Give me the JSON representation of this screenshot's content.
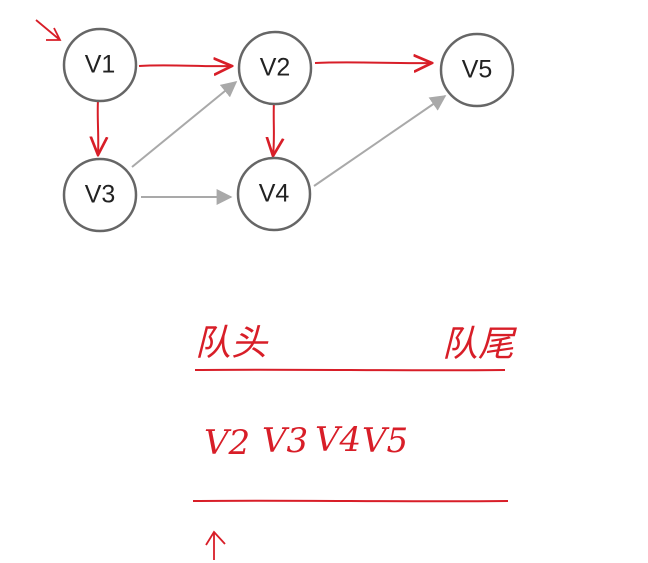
{
  "graph": {
    "nodes": [
      {
        "id": "v1",
        "label": "V1"
      },
      {
        "id": "v2",
        "label": "V2"
      },
      {
        "id": "v3",
        "label": "V3"
      },
      {
        "id": "v4",
        "label": "V4"
      },
      {
        "id": "v5",
        "label": "V5"
      }
    ],
    "edges": [
      {
        "from": "v1",
        "to": "v2",
        "style": "traversed"
      },
      {
        "from": "v1",
        "to": "v3",
        "style": "traversed"
      },
      {
        "from": "v3",
        "to": "v2",
        "style": "gray"
      },
      {
        "from": "v3",
        "to": "v4",
        "style": "gray"
      },
      {
        "from": "v2",
        "to": "v4",
        "style": "traversed"
      },
      {
        "from": "v2",
        "to": "v5",
        "style": "traversed"
      },
      {
        "from": "v4",
        "to": "v5",
        "style": "gray"
      }
    ]
  },
  "queue": {
    "head_label": "队头",
    "tail_label": "队尾",
    "items": [
      "V2",
      "V3",
      "V4",
      "V5"
    ]
  },
  "colors": {
    "annotation": "#d81e28",
    "gray_edge": "#a9a9a9",
    "node_stroke": "#666666"
  }
}
